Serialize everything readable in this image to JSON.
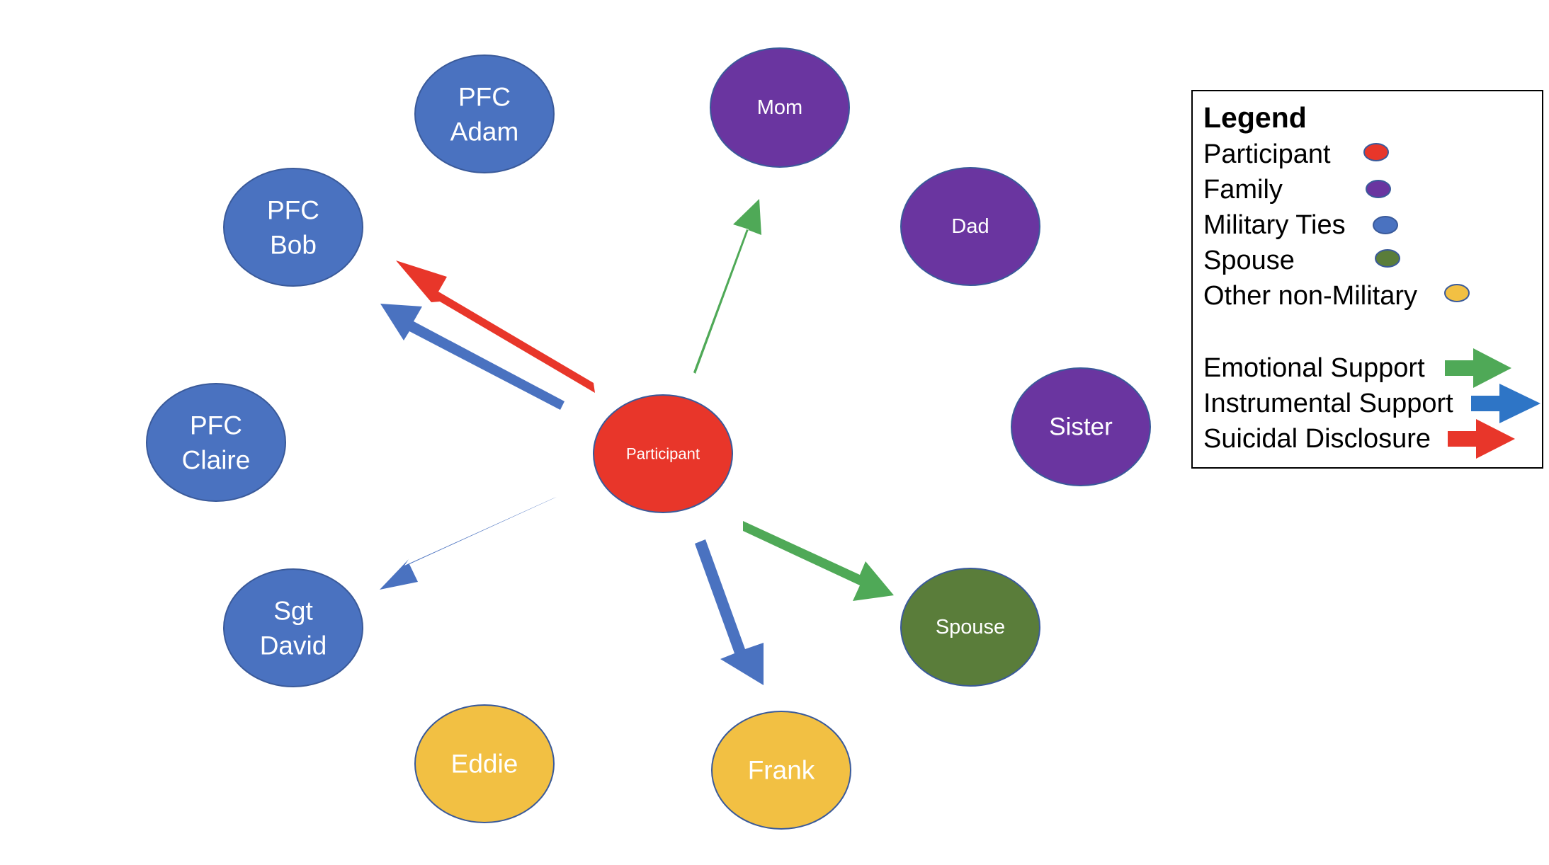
{
  "colors": {
    "participant": "#E8362A",
    "family": "#6A35A0",
    "military": "#4A72C0",
    "spouse": "#5A7D3A",
    "other": "#F2C043",
    "emotional_arrow": "#4FA957",
    "instrumental_arrow": "#4A72C0",
    "instrumental_legend_arrow": "#2E75C6",
    "suicidal_arrow": "#E8362A"
  },
  "nodes": {
    "participant": "Participant",
    "mom": "Mom",
    "dad": "Dad",
    "sister": "Sister",
    "spouse": "Spouse",
    "pfc_adam": [
      "PFC",
      "Adam"
    ],
    "pfc_bob": [
      "PFC",
      "Bob"
    ],
    "pfc_claire": [
      "PFC",
      "Claire"
    ],
    "sgt_david": [
      "Sgt",
      "David"
    ],
    "eddie": "Eddie",
    "frank": "Frank"
  },
  "legend": {
    "title": "Legend",
    "node_types": [
      {
        "label": "Participant",
        "color": "#E8362A"
      },
      {
        "label": "Family",
        "color": "#6A35A0"
      },
      {
        "label": "Military Ties",
        "color": "#4A72C0"
      },
      {
        "label": "Spouse",
        "color": "#5A7D3A"
      },
      {
        "label": "Other non-Military",
        "color": "#F2C043"
      }
    ],
    "edge_types": [
      {
        "label": "Emotional Support",
        "color": "#4FA957"
      },
      {
        "label": "Instrumental Support",
        "color": "#2E75C6"
      },
      {
        "label": "Suicidal Disclosure",
        "color": "#E8362A"
      }
    ]
  }
}
